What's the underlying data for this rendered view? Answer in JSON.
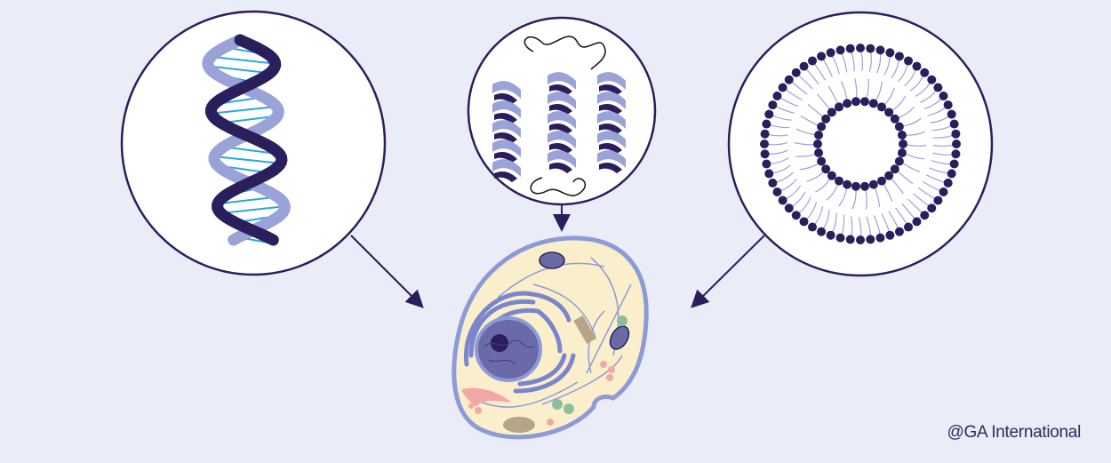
{
  "credit": "@GA International",
  "colors": {
    "background": "#eaecf7",
    "outline": "#2a1f5c",
    "ribbon_light": "#9aa3d8",
    "base_pairs": "#2aa6e0",
    "cell_fill": "#fbeecb",
    "cell_membrane": "#8c9bd8",
    "nucleus": "#5a5a9e",
    "er_dots": "#e0303a"
  },
  "panels": [
    {
      "subject": "dna-double-helix"
    },
    {
      "subject": "protein-alpha-helices"
    },
    {
      "subject": "lipid-vesicle"
    }
  ]
}
